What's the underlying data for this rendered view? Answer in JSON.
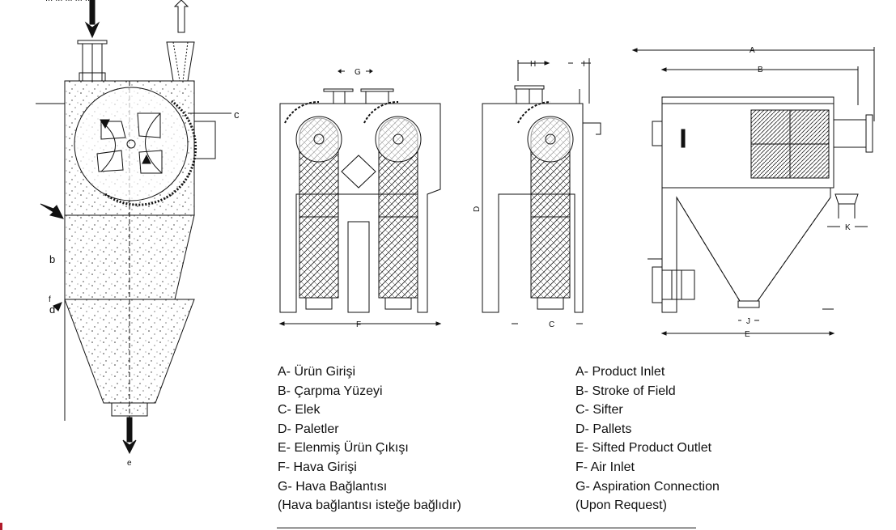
{
  "top_caption": "... ... ... ... ...",
  "side_labels": {
    "c": "c",
    "b": "b",
    "f": "f",
    "d": "d",
    "e": "e"
  },
  "dimensions": {
    "A": "A",
    "B": "B",
    "C": "C",
    "D": "D",
    "E": "E",
    "F": "F",
    "G": "G",
    "H": "H",
    "I": "I",
    "J": "J",
    "K": "K"
  },
  "legend_tr": [
    "A- Ürün Girişi",
    "B- Çarpma Yüzeyi",
    "C- Elek",
    "D- Paletler",
    "E- Elenmiş Ürün Çıkışı",
    "F- Hava Girişi",
    "G- Hava Bağlantısı",
    "(Hava bağlantısı isteğe bağlıdır)"
  ],
  "legend_en": [
    "A- Product Inlet",
    "B- Stroke of Field",
    "C- Sifter",
    "D- Pallets",
    "E- Sifted Product Outlet",
    "F- Air Inlet",
    "G- Aspiration Connection",
    "(Upon Request)"
  ],
  "colors": {
    "line": "#111111",
    "accent": "#b01a2a"
  }
}
